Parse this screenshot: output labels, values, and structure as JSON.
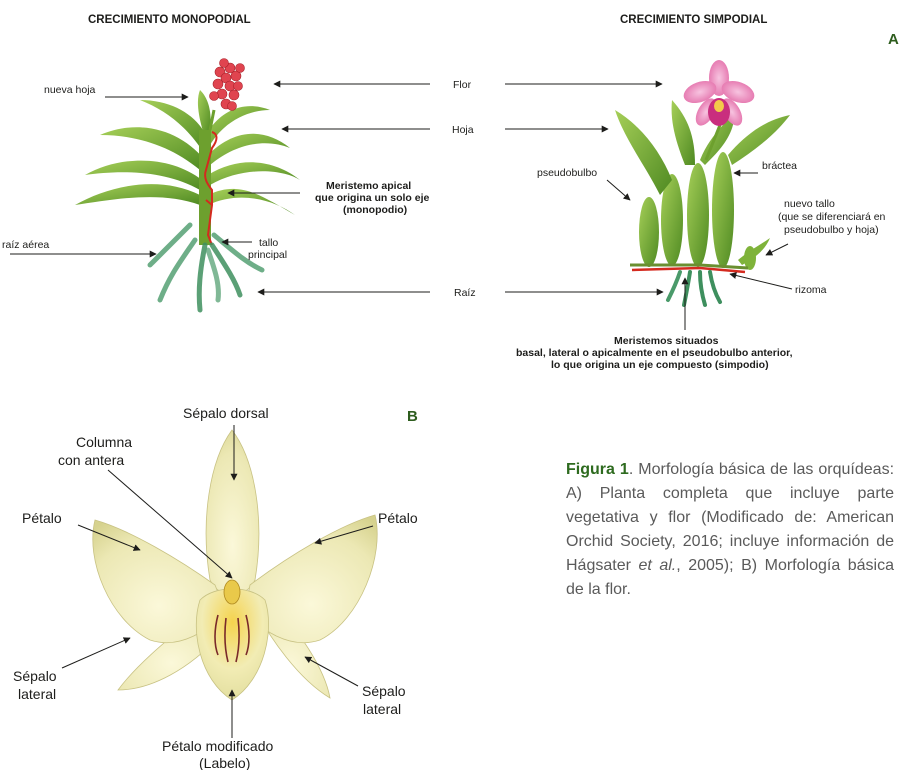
{
  "panel_a": {
    "letter": "A",
    "title_left": "CRECIMIENTO MONOPODIAL",
    "title_right": "CRECIMIENTO SIMPODIAL",
    "center_labels": {
      "flor": "Flor",
      "hoja": "Hoja",
      "raiz": "Raíz"
    },
    "mono_labels": {
      "nueva_hoja": "nueva hoja",
      "meristemo_l1": "Meristemo apical",
      "meristemo_l2": "que origina un solo eje",
      "meristemo_l3": "(monopodio)",
      "raiz_aerea": "raíz aérea",
      "tallo_l1": "tallo",
      "tallo_l2": "principal"
    },
    "simp_labels": {
      "pseudobulbo": "pseudobulbo",
      "bractea": "bráctea",
      "nuevo_l1": "nuevo tallo",
      "nuevo_l2": "(que se diferenciará en",
      "nuevo_l3": "pseudobulbo y hoja)",
      "rizoma": "rizoma",
      "meristemos_l1": "Meristemos situados",
      "meristemos_l2": "basal, lateral o apicalmente en el pseudobulbo anterior,",
      "meristemos_l3": "lo que origina un eje compuesto (simpodio)"
    }
  },
  "panel_b": {
    "letter": "B",
    "labels": {
      "sepalo_dorsal": "Sépalo dorsal",
      "columna_l1": "Columna",
      "columna_l2": "con antera",
      "petalo_left": "Pétalo",
      "petalo_right": "Pétalo",
      "sepalo_lat_left_l1": "Sépalo",
      "sepalo_lat_left_l2": "lateral",
      "sepalo_lat_right_l1": "Sépalo",
      "sepalo_lat_right_l2": "lateral",
      "petalo_mod_l1": "Pétalo modificado",
      "petalo_mod_l2": "(Labelo)"
    }
  },
  "caption": {
    "figure_label": "Figura 1",
    "text_before_italic": ". Morfología básica de las orquídeas: A) Planta completa que incluye parte vegetativa y flor (Modificado de: American Orchid Society, 2016; incluye información de Hágsater ",
    "italic": "et al.",
    "text_after_italic": ", 2005); B) Morfología básica de la flor."
  },
  "colors": {
    "leaf": "#7fb33a",
    "leaf_dark": "#4f7f22",
    "flower_red": "#e0444f",
    "flower_pink": "#ec8fc0",
    "red_line": "#d42a1f",
    "petal_cream": "#f2efc4",
    "figure_green": "#2e6b1f"
  }
}
